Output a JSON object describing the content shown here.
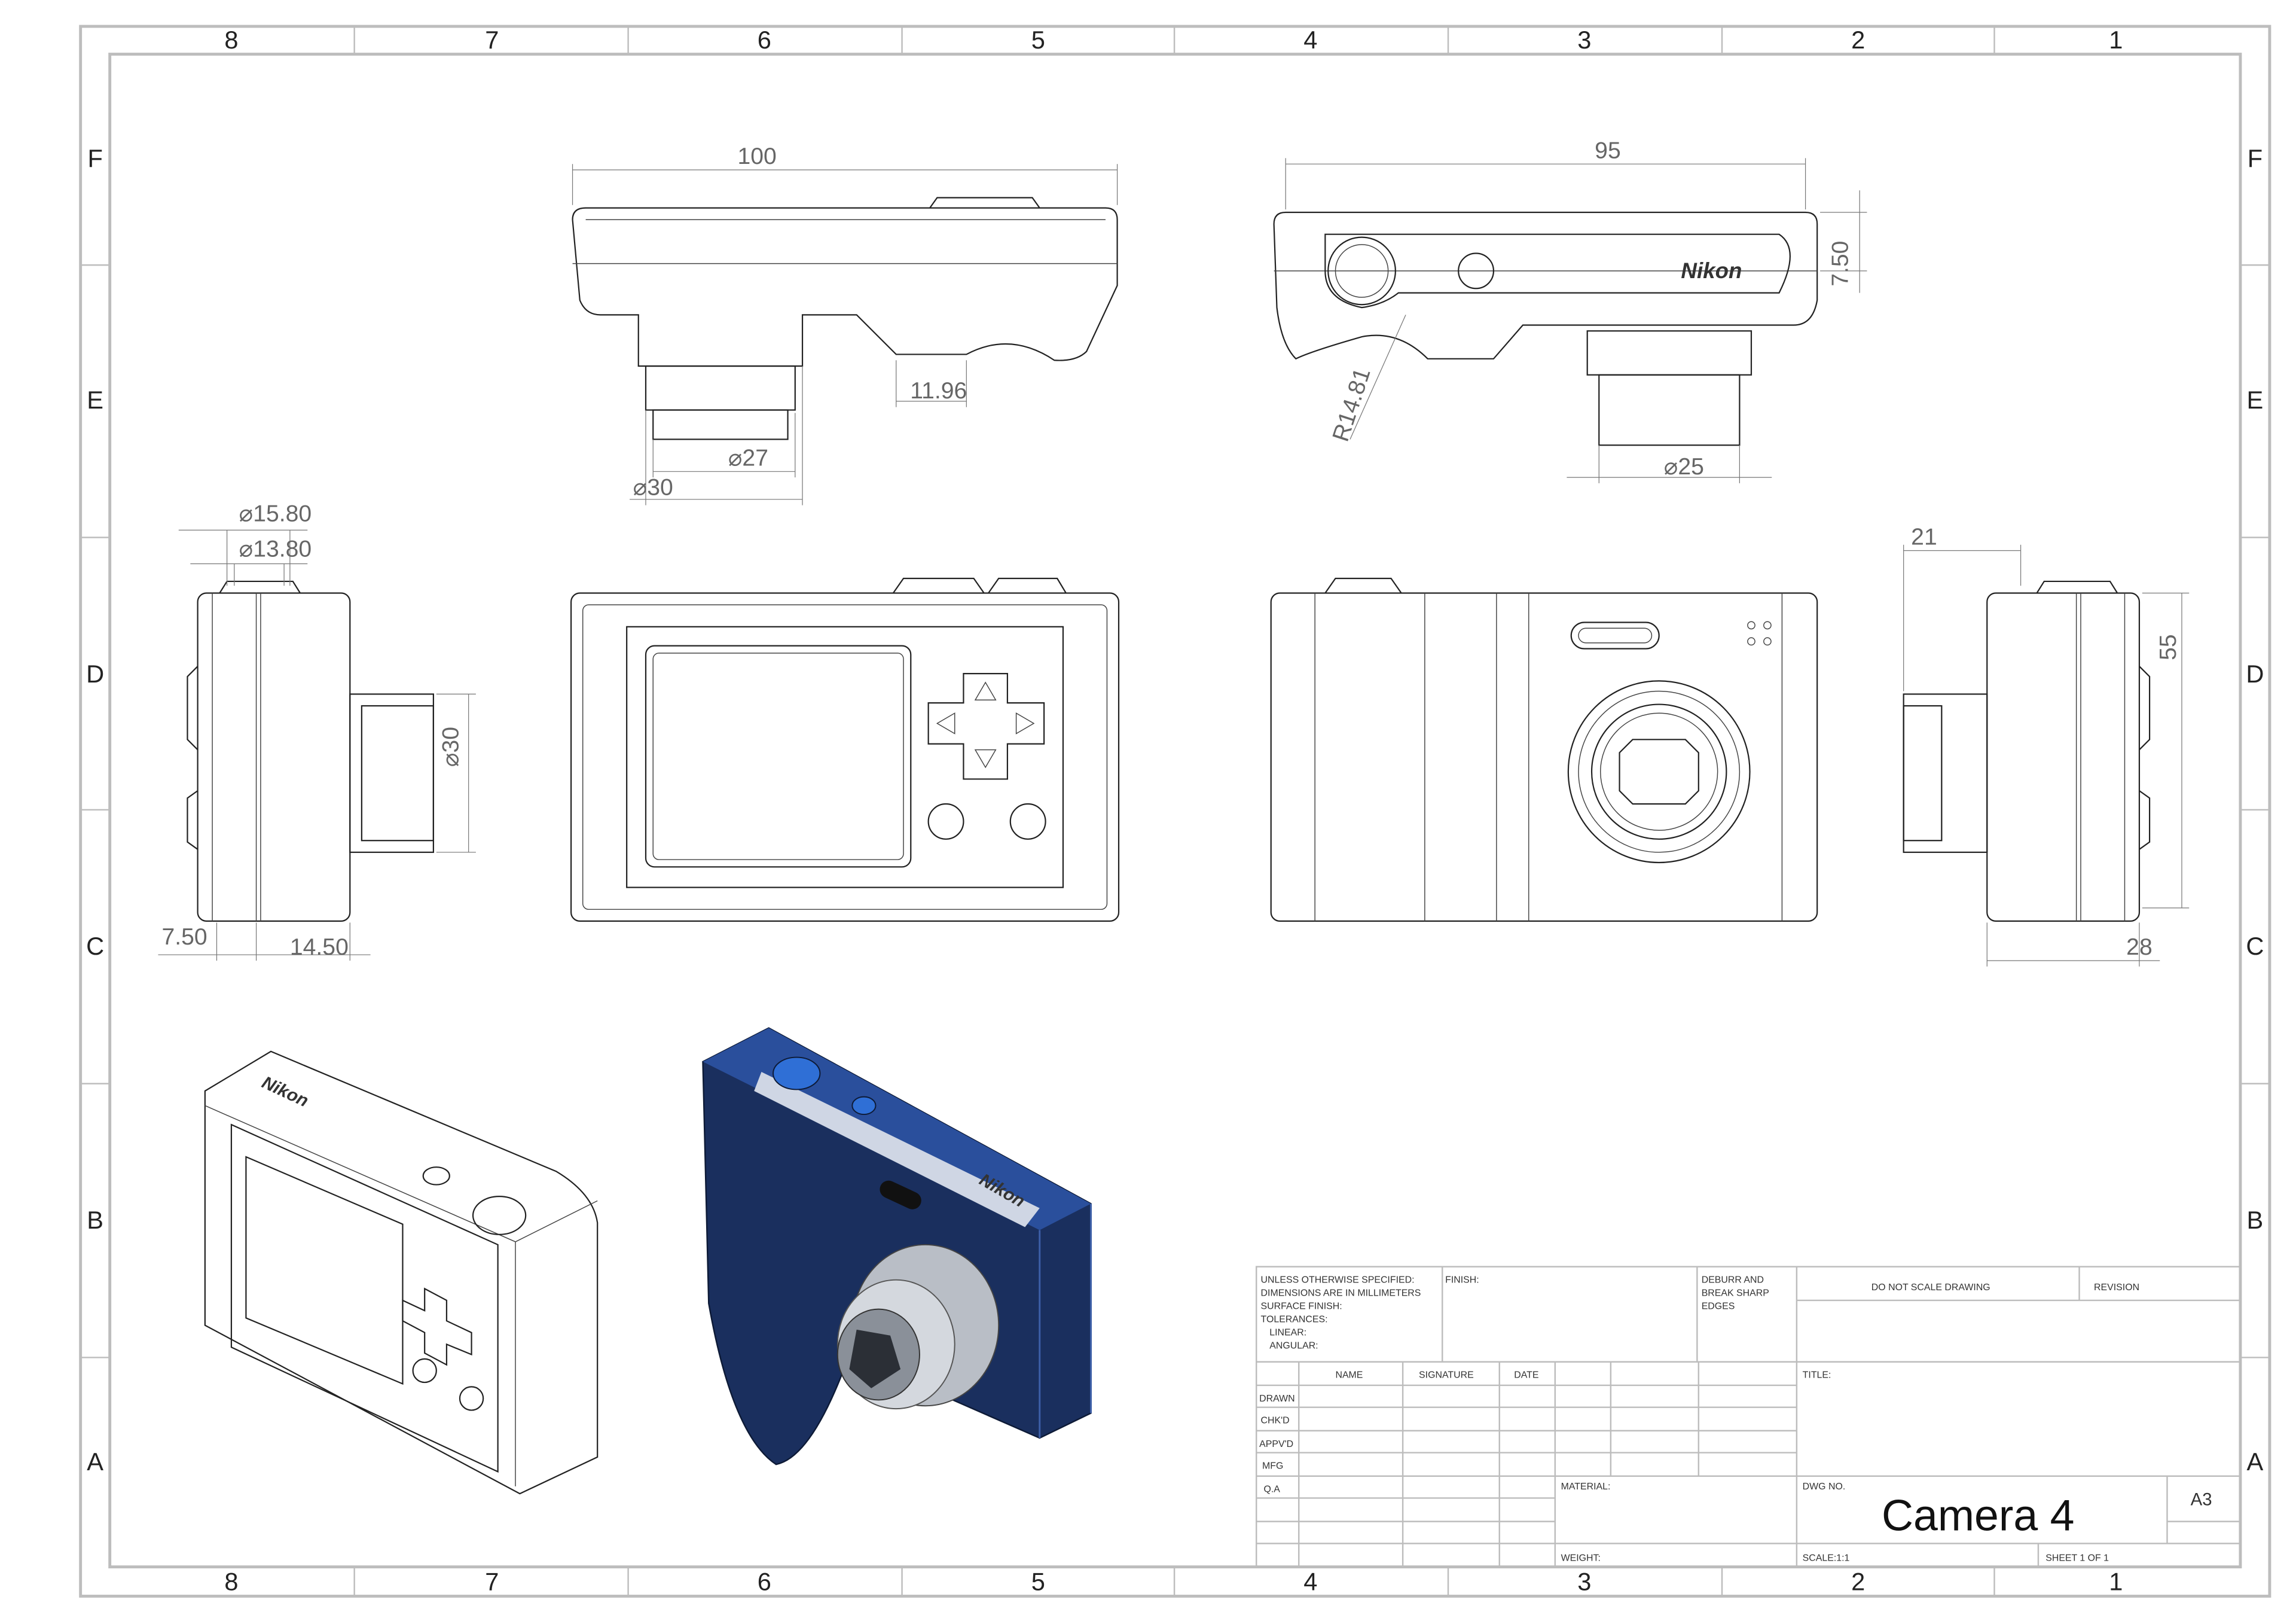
{
  "sheet": {
    "columns": [
      "8",
      "7",
      "6",
      "5",
      "4",
      "3",
      "2",
      "1"
    ],
    "rows": [
      "F",
      "E",
      "D",
      "C",
      "B",
      "A"
    ]
  },
  "dimensions": {
    "top_width": "100",
    "top_grip": "11.96",
    "top_lens_inner": "⌀27",
    "top_lens_outer": "⌀30",
    "bottom_width": "95",
    "bottom_height": "7.50",
    "bottom_radius": "R14.81",
    "bottom_lens": "⌀25",
    "side_button_outer": "⌀15.80",
    "side_button_inner": "⌀13.80",
    "side_lens": "⌀30",
    "side_offset": "7.50",
    "side_depth": "14.50",
    "right_lens_depth": "21",
    "right_height": "55",
    "right_depth": "28"
  },
  "logo_text": "Nikon",
  "colors": {
    "body_blue": "#1f3c7a",
    "accent_blue": "#2f6fd6",
    "border": "#bdbdbd"
  },
  "title_block": {
    "general_notes": [
      "UNLESS OTHERWISE SPECIFIED:",
      "DIMENSIONS ARE IN MILLIMETERS",
      "SURFACE FINISH:",
      "TOLERANCES:",
      "  LINEAR:",
      "  ANGULAR:"
    ],
    "finish_label": "FINISH:",
    "deburr": [
      "DEBURR AND",
      "BREAK SHARP",
      "EDGES"
    ],
    "do_not_scale": "DO NOT SCALE DRAWING",
    "revision_label": "REVISION",
    "headers": {
      "name": "NAME",
      "signature": "SIGNATURE",
      "date": "DATE"
    },
    "roles": [
      "DRAWN",
      "CHK'D",
      "APPV'D",
      "MFG",
      "Q.A"
    ],
    "title_label": "TITLE:",
    "material_label": "MATERIAL:",
    "dwg_no_label": "DWG NO.",
    "dwg_no": "Camera 4",
    "size": "A3",
    "weight_label": "WEIGHT:",
    "scale": "SCALE:1:1",
    "sheet": "SHEET 1 OF 1"
  }
}
